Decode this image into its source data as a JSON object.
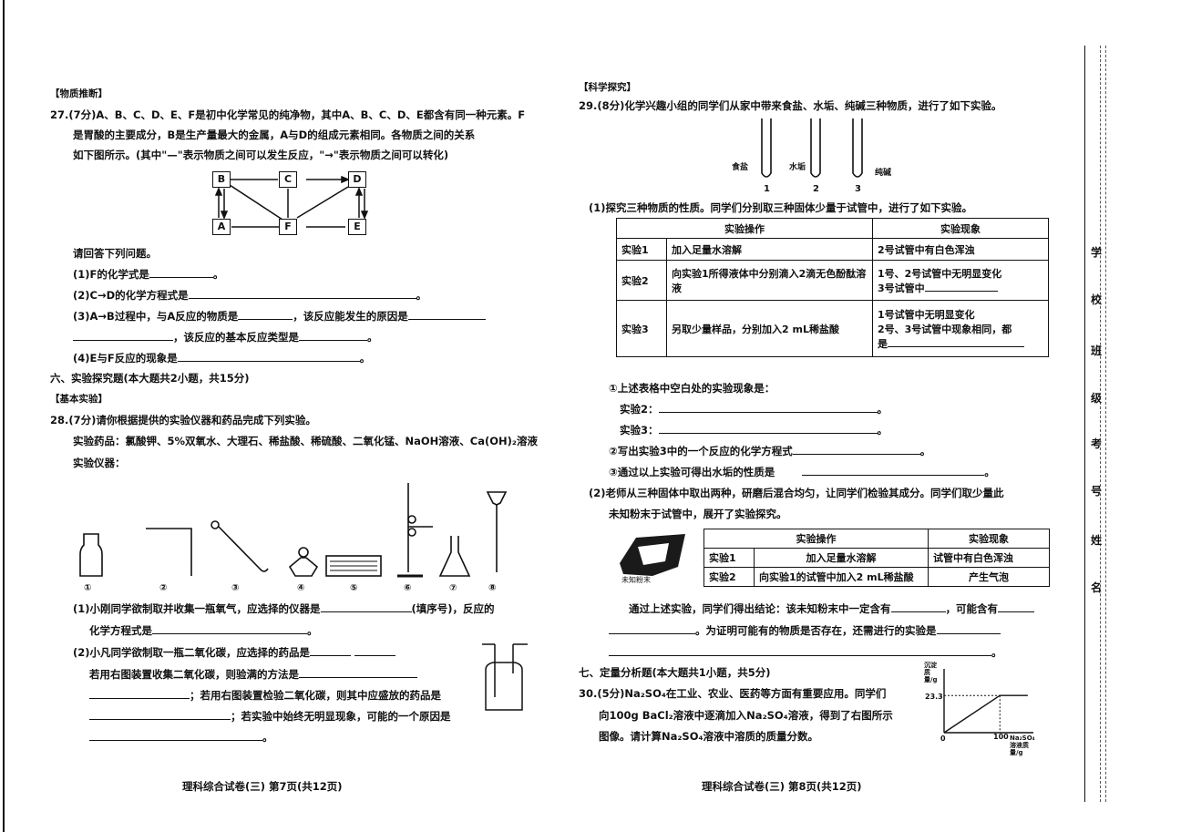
{
  "left": {
    "sec_wuzhi": "【物质推断】",
    "q27_l1": "27.(7分)A、B、C、D、E、F是初中化学常见的纯净物，其中A、B、C、D、E都含有同一种元素。F",
    "q27_l2": "是胃酸的主要成分，B是生产量最大的金属，A与D的组成元素相同。各物质之间的关系",
    "q27_l3": "如下图所示。(其中\"—\"表示物质之间可以发生反应，\"→\"表示物质之间可以转化)",
    "nodes": {
      "B": "B",
      "C": "C",
      "D": "D",
      "A": "A",
      "F": "F",
      "E": "E"
    },
    "q27_ask": "请回答下列问题。",
    "q27_1": "(1)F的化学式是",
    "q27_2": "(2)C→D的化学方程式是",
    "q27_3a": "(3)A→B过程中，与A反应的物质是",
    "q27_3b": "，该反应能发生的原因是",
    "q27_3c": "，该反应的基本反应类型是",
    "q27_4": "(4)E与F反应的现象是",
    "sec6": "六、实验探究题(本大题共2小题，共15分)",
    "sec_jiben": "【基本实验】",
    "q28_l1": "28.(7分)请你根据提供的实验仪器和药品完成下列实验。",
    "q28_yao": "实验药品：氯酸钾、5%双氧水、大理石、稀盐酸、稀硫酸、二氧化锰、NaOH溶液、Ca(OH)₂溶液",
    "q28_yi": "实验仪器：",
    "inst_labels": [
      "①",
      "②",
      "③",
      "④",
      "⑤",
      "⑥",
      "⑦",
      "⑧"
    ],
    "q28_1a": "(1)小刚同学欲制取并收集一瓶氧气，应选择的仪器是",
    "q28_1b": "(填序号)，反应的",
    "q28_1c": "化学方程式是",
    "q28_2a": "(2)小凡同学欲制取一瓶二氧化碳，应选择的药品是",
    "q28_2b": "若用右图装置收集二氧化碳，则验满的方法是",
    "q28_2c": "；若用右图装置检验二氧化碳，则其中应盛放的药品是",
    "q28_2d": "；若实验中始终无明显现象，可能的一个原因是",
    "footer": "理科综合试卷(三)  第7页(共12页)"
  },
  "right": {
    "sec_kexue": "【科学探究】",
    "q29_l1": "29.(8分)化学兴趣小组的同学们从家中带来食盐、水垢、纯碱三种物质，进行了如下实验。",
    "tube_labels": [
      "食盐",
      "水垢",
      "纯碱"
    ],
    "tube_nums": [
      "1",
      "2",
      "3"
    ],
    "q29_1": "(1)探究三种物质的性质。同学们分别取三种固体少量于试管中，进行了如下实验。",
    "t1_head": [
      "实验操作",
      "实验现象"
    ],
    "t1_rows": [
      {
        "name": "实验1",
        "op": "加入足量水溶解",
        "res": "2号试管中有白色浑浊"
      },
      {
        "name": "实验2",
        "op": "向实验1所得液体中分别滴入2滴无色酚酞溶液",
        "res1": "1号、2号试管中无明显变化",
        "res2": "3号试管中"
      },
      {
        "name": "实验3",
        "op": "另取少量样品，分别加入2 mL稀盐酸",
        "res1": "1号试管中无明显变化",
        "res2": "2号、3号试管中现象相同，都",
        "res3": "是"
      }
    ],
    "q29_a": "①上述表格中空白处的实验现象是：",
    "q29_a2": "实验2：",
    "q29_a3": "实验3：",
    "q29_b": "②写出实验3中的一个反应的化学方程式",
    "q29_c": "③通过以上实验可得出水垢的性质是",
    "q29_2a": "(2)老师从三种固体中取出两种，研磨后混合均匀，让同学们检验其成分。同学们取少量此",
    "q29_2b": "未知粉末于试管中，展开了实验探究。",
    "powder_label": "未知粉末",
    "t2_head": [
      "实验操作",
      "实验现象"
    ],
    "t2_rows": [
      {
        "name": "实验1",
        "op": "加入足量水溶解",
        "res": "试管中有白色浑浊"
      },
      {
        "name": "实验2",
        "op": "向实验1的试管中加入2 mL稀盐酸",
        "res": "产生气泡"
      }
    ],
    "q29_2c": "通过上述实验，同学们得出结论：该未知粉末中一定含有",
    "q29_2d": "，可能含有",
    "q29_2e": "。为证明可能有的物质是否存在，还需进行的实验是",
    "sec7": "七、定量分析题(本大题共1小题，共5分)",
    "q30_l1": "30.(5分)Na₂SO₄在工业、农业、医药等方面有重要应用。同学们",
    "q30_l2": "向100g BaCl₂溶液中逐滴加入Na₂SO₄溶液，得到了右图所示",
    "q30_l3": "图像。请计算Na₂SO₄溶液中溶质的质量分数。",
    "graph": {
      "ylabel": "沉淀质量/g",
      "yval": "23.3",
      "x0": "0",
      "xval": "100",
      "xlabel": "Na₂SO₄溶液质量/g"
    },
    "chart_data": {
      "type": "line",
      "x": [
        0,
        100,
        150
      ],
      "y": [
        0,
        23.3,
        23.3
      ],
      "xlabel": "Na₂SO₄溶液质量/g",
      "ylabel": "沉淀质量/g"
    },
    "footer": "理科综合试卷(三)  第8页(共12页)"
  },
  "side": [
    "学",
    "校",
    "班",
    "级",
    "考",
    "号",
    "姓",
    "名"
  ]
}
